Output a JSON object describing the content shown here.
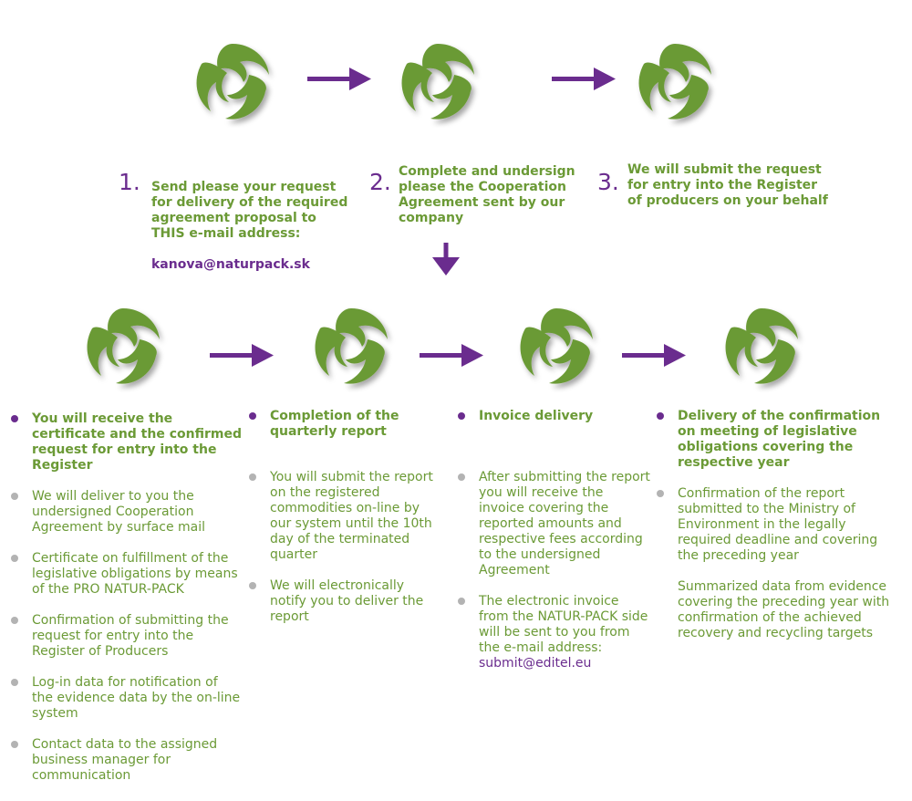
{
  "colors": {
    "green": "#6b9a36",
    "purple": "#6a2c8e",
    "bullet_grey": "#b3b3b3"
  },
  "icons": {
    "logo": "swirl-logo-icon",
    "arrow": "arrow-icon"
  },
  "top_steps": [
    {
      "number": "1.",
      "text": "Send please your request\nfor delivery of the required\nagreement proposal to\nTHIS e-mail address:",
      "email": "kanova@naturpack.sk"
    },
    {
      "number": "2.",
      "text": "Complete and undersign\nplease the Cooperation\nAgreement sent by our\ncompany"
    },
    {
      "number": "3.",
      "text": "We will submit the request\nfor entry into the Register\nof producers on your behalf"
    }
  ],
  "columns": [
    {
      "heading": "You will receive the certificate and the confirmed request for entry into the Register",
      "items": [
        "We will deliver to you the undersigned Cooperation Agreement by surface mail",
        "Certificate on fulfillment of the legislative obligations by means of the PRO NATUR-PACK",
        "Confirmation of submitting the request for entry into the Register of Producers",
        "Log-in data for notification of the evidence data by the on-line system",
        "Contact data to the assigned business manager for communication"
      ]
    },
    {
      "heading": "Completion of the quarterly report",
      "items": [
        "You will submit the report on the registered commodities on-line by our system until the 10th day of the terminated quarter",
        "We will electronically notify you to deliver the report"
      ]
    },
    {
      "heading": "Invoice delivery",
      "items": [
        "After submitting the report you will receive the invoice covering the reported amounts and respective fees according to the undersigned Agreement",
        "The electronic invoice from the NATUR-PACK side will be sent to you from the e-mail address:"
      ],
      "email": "submit@editel.eu"
    },
    {
      "heading": "Delivery of the confirmation on meeting of legislative obligations covering the respective year",
      "items": [
        "Confirmation of the report submitted to the Ministry of Environment in the legally required deadline and covering the preceding year"
      ],
      "paragraph": "Summarized data from evidence covering the preceding year with confirmation of the achieved recovery and recycling targets"
    }
  ]
}
